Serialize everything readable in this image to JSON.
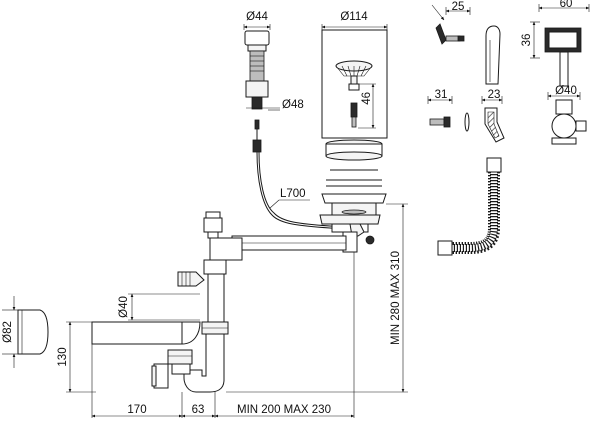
{
  "dimensions": {
    "overflow_diameter": "Ø44",
    "strainer_diameter": "Ø114",
    "overflow_body_diameter": "Ø48",
    "strainer_height": "46",
    "cable_length": "L700",
    "outlet_height": "MIN 280 MAX 310",
    "inlet_diameter": "Ø40",
    "cap_diameter": "Ø82",
    "side_height": "130",
    "width_left": "170",
    "width_mid": "63",
    "width_right": "MIN 200 MAX 230",
    "clip_width": "25",
    "clip_length": "31",
    "elbow_width": "23",
    "adapter_width": "60",
    "adapter_height": "36",
    "adapter_diameter": "Ø40"
  }
}
